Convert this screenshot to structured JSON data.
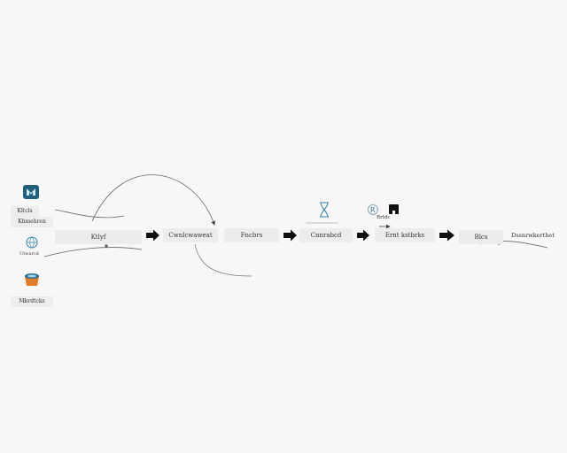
{
  "colors": {
    "background": "#f6f7f6",
    "node_fill": "#ececec",
    "text": "#333333",
    "line": "#555555",
    "arrow": "#111111",
    "teal_icon": "#1f6f8b",
    "orange_icon": "#e07b2a"
  },
  "sources": [
    {
      "label": "Kltcls",
      "icon": "app-icon"
    },
    {
      "label": "Kbmehren",
      "icon": "globe-icon"
    },
    {
      "label": "Utwarcd",
      "icon": "database-icon"
    },
    {
      "label": "Mbrdtcks",
      "icon": "bucket-icon"
    }
  ],
  "pipeline": [
    {
      "label": "Ktlyf"
    },
    {
      "label": "Cwnlcwaweat"
    },
    {
      "label": "Fncbrs"
    },
    {
      "label": "Cnnrabcd"
    },
    {
      "label": "Ernt kstbrks"
    },
    {
      "label": "Blcs"
    },
    {
      "label": "Dssnrwkerthet"
    }
  ],
  "annotations": {
    "tools_label": "Rrtdc",
    "tool_icons": [
      "hourglass-icon",
      "r-logo-icon",
      "square-logo-icon"
    ]
  }
}
